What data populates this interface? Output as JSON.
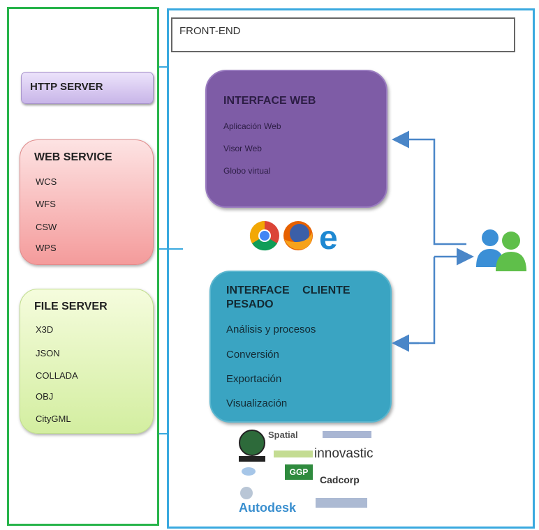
{
  "front_end": {
    "label": "FRONT-END"
  },
  "http_server": {
    "label": "HTTP SERVER"
  },
  "web_service": {
    "title": "WEB SERVICE",
    "items": [
      "WCS",
      "WFS",
      "CSW",
      "WPS"
    ]
  },
  "file_server": {
    "title": "FILE SERVER",
    "items": [
      "X3D",
      "JSON",
      "COLLADA",
      "OBJ",
      "CityGML"
    ]
  },
  "interface_web": {
    "title": "INTERFACE WEB",
    "items": [
      "Aplicación Web",
      "Visor Web",
      "Globo virtual"
    ]
  },
  "interface_cliente": {
    "title_line1": "INTERFACE CLIENTE",
    "title_line2": "PESADO",
    "items": [
      "Análisis y procesos",
      "Conversión",
      "Exportación",
      "Visualización"
    ]
  },
  "logos": {
    "spatial": "Spatial",
    "innovastic": "innovastic",
    "cadcorp": "Cadcorp",
    "autodesk": "Autodesk",
    "ggp": "GGP"
  },
  "icons": [
    "chrome-icon",
    "firefox-icon",
    "ie-icon",
    "users-icon"
  ],
  "colors": {
    "left_frame": "#27b44a",
    "right_frame": "#3aa9df",
    "interface_web": "#7e5ca6",
    "interface_cliente": "#3aa4c2",
    "arrow": "#4a86c8"
  }
}
